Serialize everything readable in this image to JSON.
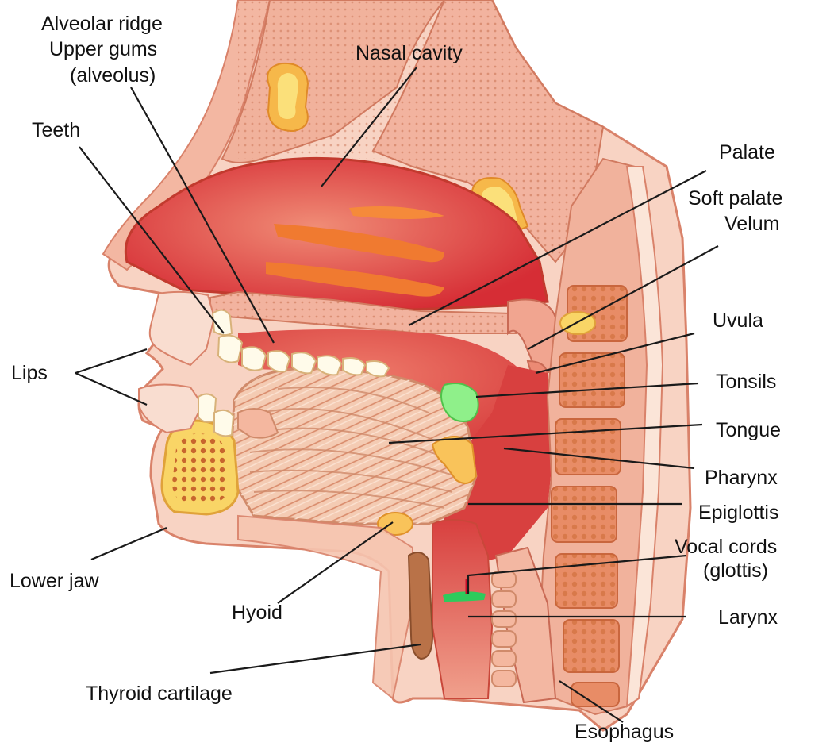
{
  "labels": {
    "alveolar_ridge": "Alveolar ridge",
    "upper_gums": "Upper gums",
    "alveolus": "(alveolus)",
    "nasal_cavity": "Nasal cavity",
    "teeth": "Teeth",
    "palate": "Palate",
    "soft_palate": "Soft palate",
    "velum": "Velum",
    "uvula": "Uvula",
    "lips": "Lips",
    "tonsils": "Tonsils",
    "tongue": "Tongue",
    "pharynx": "Pharynx",
    "epiglottis": "Epiglottis",
    "vocal_cords": "Vocal cords",
    "glottis": "(glottis)",
    "lower_jaw": "Lower jaw",
    "hyoid": "Hyoid",
    "larynx": "Larynx",
    "thyroid_cartilage": "Thyroid cartilage",
    "esophagus": "Esophagus"
  },
  "colors": {
    "tissue_outer": "#f6c9b6",
    "tissue_pink": "#ef9f88",
    "cavity_red": "#d9333a",
    "cavity_mid": "#e86a5e",
    "bone_yellow": "#f9d566",
    "bone_orange": "#f2a13b",
    "tonsil_green": "#8ff08a",
    "cord_green": "#2ecb5c",
    "tongue_muscle": "#f1c3a8",
    "teeth_white": "#fffbea",
    "cartilage_brown": "#b97248",
    "line": "#1a1a1a"
  }
}
